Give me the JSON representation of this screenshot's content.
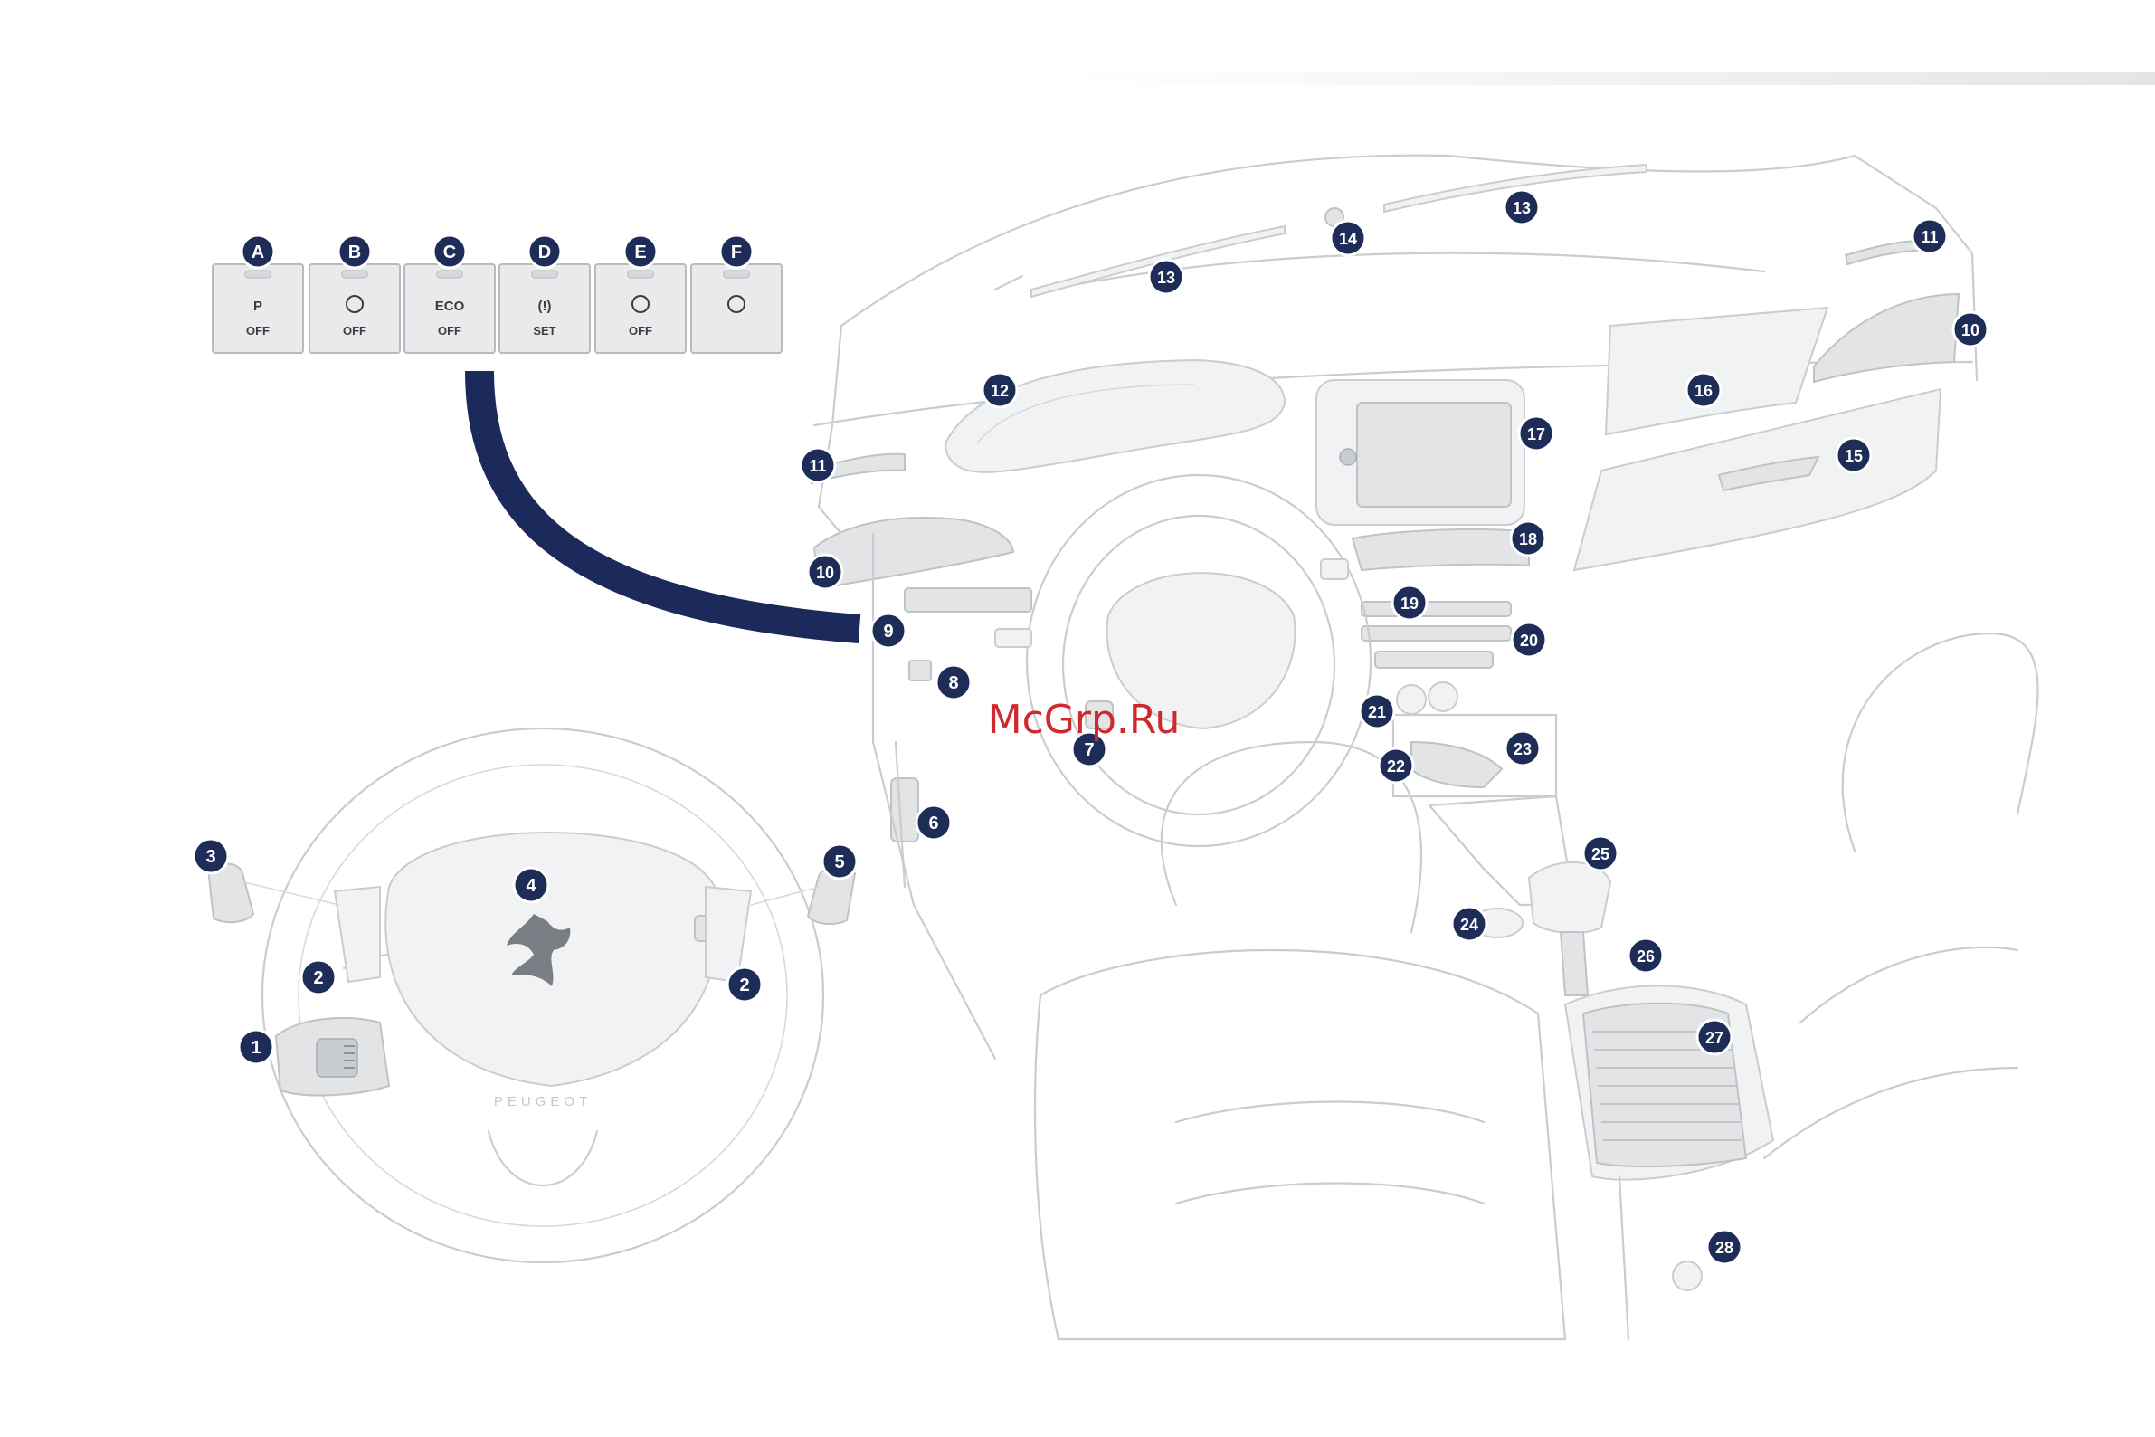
{
  "buttons": [
    {
      "letter": "A",
      "line1": "P",
      "line2": "OFF",
      "icon": "park-assist-icon"
    },
    {
      "letter": "B",
      "line1": "",
      "line2": "OFF",
      "icon": "stability-control-icon"
    },
    {
      "letter": "C",
      "line1": "ECO",
      "line2": "OFF",
      "icon": "eco-stop-start-icon"
    },
    {
      "letter": "D",
      "line1": "(!)",
      "line2": "SET",
      "icon": "tyre-pressure-icon"
    },
    {
      "letter": "E",
      "line1": "",
      "line2": "OFF",
      "icon": "volumetric-alarm-icon"
    },
    {
      "letter": "F",
      "line1": "",
      "line2": "",
      "icon": "child-lock-icon"
    }
  ],
  "callouts": [
    "1",
    "2",
    "2",
    "3",
    "4",
    "5",
    "6",
    "7",
    "8",
    "9",
    "10",
    "10",
    "11",
    "11",
    "12",
    "13",
    "13",
    "14",
    "15",
    "16",
    "17",
    "18",
    "19",
    "20",
    "21",
    "22",
    "23",
    "24",
    "25",
    "26",
    "27",
    "28"
  ],
  "wheel_brand": "PEUGEOT",
  "watermark": "McGrp.Ru",
  "colors": {
    "callout": "#1e2d57",
    "connector": "#1b2a5a",
    "outline": "#c9ccd0",
    "watermark": "#d0282c"
  }
}
